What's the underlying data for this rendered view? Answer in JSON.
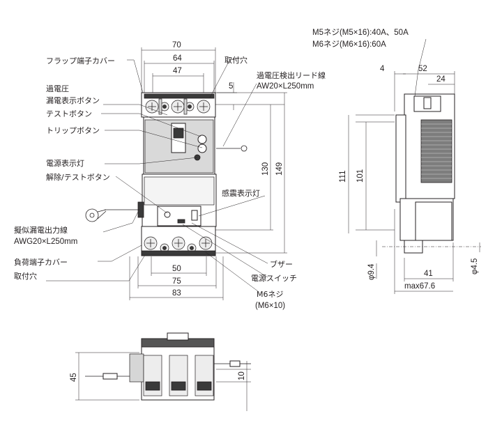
{
  "front_view": {
    "labels": {
      "flap_cover": "フラップ端子カバー",
      "overvoltage": "過電圧",
      "leak_indicator_button": "漏電表示ボタン",
      "test_button": "テストボタン",
      "trip_button": "トリップボタン",
      "power_lamp": "電源表示灯",
      "release_test_button": "解除/テストボタン",
      "pseudo_leak_output": "擬似漏電出力線",
      "pseudo_leak_spec": "AWG20×L250mm",
      "load_cover": "負荷端子カバー",
      "mount_hole_bottom": "取付穴",
      "mount_hole_top": "取付穴",
      "ov_lead_wire": "過電圧検出リード線",
      "ov_lead_spec": "AW20×L250mm",
      "seismic_lamp": "感震表示灯",
      "buzzer": "ブザー",
      "power_switch": "電源スイッチ",
      "m6_screw": "M6ネジ",
      "m6_screw_spec": "(M6×10)"
    },
    "dims": {
      "w70": "70",
      "w64": "64",
      "w47": "47",
      "d5": "5",
      "h130": "130",
      "h149": "149",
      "w50": "50",
      "w75": "75",
      "w83": "83"
    }
  },
  "side_view": {
    "labels": {
      "m5_screw": "M5ネジ(M5×16):40A、50A",
      "m6_screw": "M6ネジ(M6×16):60A"
    },
    "dims": {
      "d4": "4",
      "d52": "52",
      "d24": "24",
      "h111": "111",
      "h101": "101",
      "phi94": "φ9.4",
      "phi45": "φ4.5",
      "d41": "41",
      "max676": "max67.6"
    }
  },
  "bottom_view": {
    "dims": {
      "h45": "45",
      "h10": "10"
    }
  }
}
